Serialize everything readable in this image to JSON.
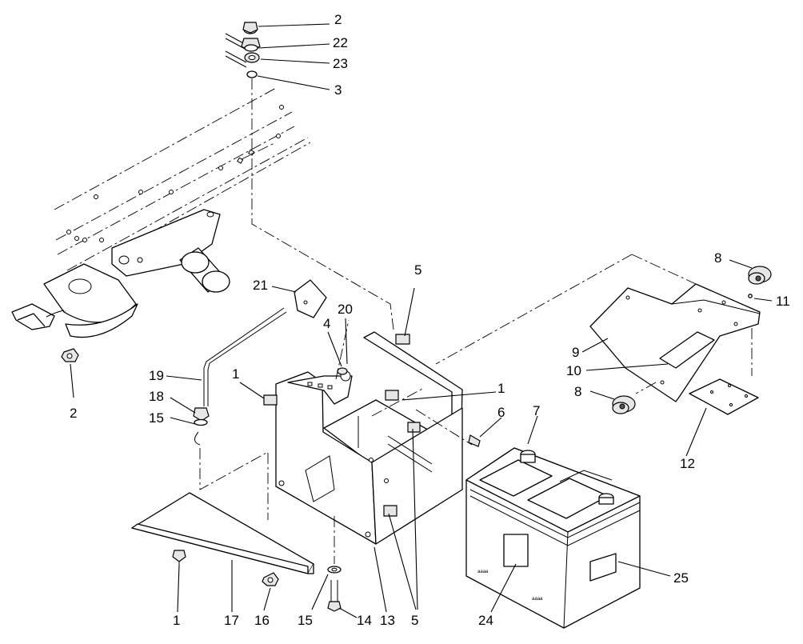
{
  "callouts": [
    {
      "id": "c2-top",
      "label": "2"
    },
    {
      "id": "c22",
      "label": "22"
    },
    {
      "id": "c23",
      "label": "23"
    },
    {
      "id": "c3",
      "label": "3"
    },
    {
      "id": "c2-left",
      "label": "2"
    },
    {
      "id": "c5-top",
      "label": "5"
    },
    {
      "id": "c21",
      "label": "21"
    },
    {
      "id": "c20",
      "label": "20"
    },
    {
      "id": "c4",
      "label": "4"
    },
    {
      "id": "c19",
      "label": "19"
    },
    {
      "id": "c1-left",
      "label": "1"
    },
    {
      "id": "c18",
      "label": "18"
    },
    {
      "id": "c15-left",
      "label": "15"
    },
    {
      "id": "c1-right",
      "label": "1"
    },
    {
      "id": "c6",
      "label": "6"
    },
    {
      "id": "c7",
      "label": "7"
    },
    {
      "id": "c8-top",
      "label": "8"
    },
    {
      "id": "c11",
      "label": "11"
    },
    {
      "id": "c9",
      "label": "9"
    },
    {
      "id": "c10",
      "label": "10"
    },
    {
      "id": "c8-mid",
      "label": "8"
    },
    {
      "id": "c12",
      "label": "12"
    },
    {
      "id": "c25",
      "label": "25"
    },
    {
      "id": "c1-bottom",
      "label": "1"
    },
    {
      "id": "c17",
      "label": "17"
    },
    {
      "id": "c16",
      "label": "16"
    },
    {
      "id": "c15-bottom",
      "label": "15"
    },
    {
      "id": "c14",
      "label": "14"
    },
    {
      "id": "c13",
      "label": "13"
    },
    {
      "id": "c5-bottom",
      "label": "5"
    },
    {
      "id": "c24",
      "label": "24"
    }
  ]
}
